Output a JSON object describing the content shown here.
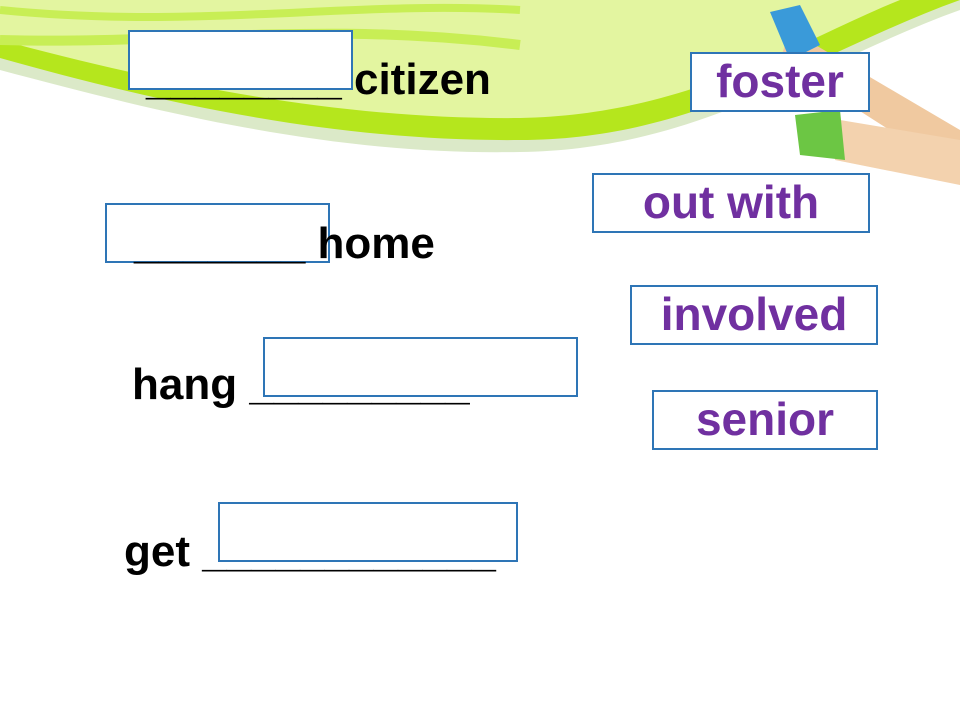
{
  "phrases": [
    {
      "text": "________ citizen"
    },
    {
      "text": "_______ home"
    },
    {
      "text": "hang _________"
    },
    {
      "text": "get ____________"
    }
  ],
  "word_bank": [
    "foster",
    "out with",
    "involved",
    "senior"
  ],
  "colors": {
    "box_border": "#2e75b6",
    "word_text": "#7030a0",
    "swoosh": "#b5e61d"
  }
}
